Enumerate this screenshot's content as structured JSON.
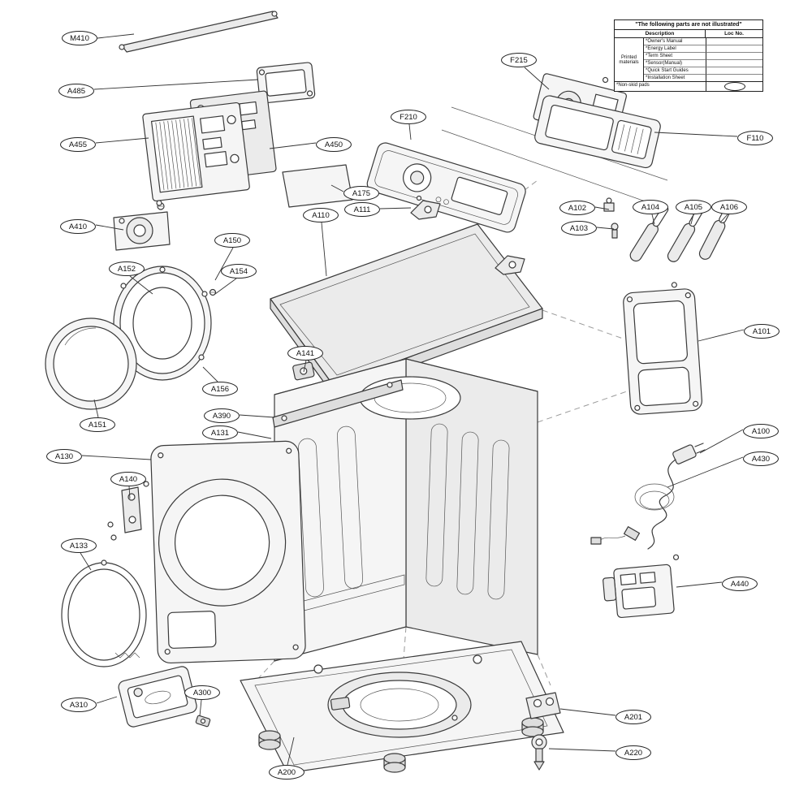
{
  "page": {
    "title": "Washer exploded parts diagram"
  },
  "labels": [
    {
      "id": "M410"
    },
    {
      "id": "A485"
    },
    {
      "id": "A455"
    },
    {
      "id": "A450"
    },
    {
      "id": "A410"
    },
    {
      "id": "A175"
    },
    {
      "id": "A110"
    },
    {
      "id": "A111"
    },
    {
      "id": "A150"
    },
    {
      "id": "A152"
    },
    {
      "id": "A154"
    },
    {
      "id": "A156"
    },
    {
      "id": "A151"
    },
    {
      "id": "A141"
    },
    {
      "id": "A390"
    },
    {
      "id": "A131"
    },
    {
      "id": "A130"
    },
    {
      "id": "A140"
    },
    {
      "id": "A133"
    },
    {
      "id": "A310"
    },
    {
      "id": "A300"
    },
    {
      "id": "A200"
    },
    {
      "id": "F215"
    },
    {
      "id": "F210"
    },
    {
      "id": "F110"
    },
    {
      "id": "A102"
    },
    {
      "id": "A103"
    },
    {
      "id": "A104"
    },
    {
      "id": "A105"
    },
    {
      "id": "A106"
    },
    {
      "id": "A101"
    },
    {
      "id": "A100"
    },
    {
      "id": "A430"
    },
    {
      "id": "A440"
    },
    {
      "id": "A201"
    },
    {
      "id": "A220"
    }
  ],
  "table": {
    "title": "\"The following parts are not illustrated\"",
    "columns": [
      "Description",
      "Loc No."
    ],
    "group_label": "Printed materials",
    "rows": [
      "*Owner's Manual",
      "*Energy Label",
      "*Term Sheet",
      "*Sensor(Manual)",
      "*Quick Start Guides",
      "*Installation Sheet"
    ],
    "last_row": "*Non-skid pads"
  }
}
